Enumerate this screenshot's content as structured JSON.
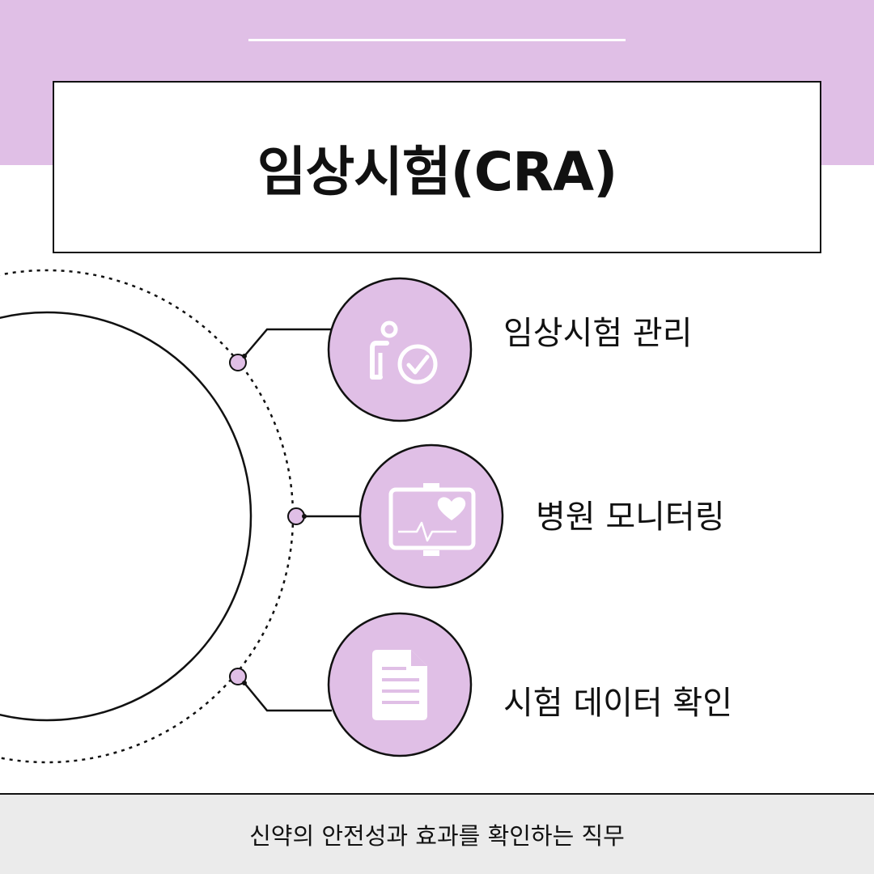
{
  "header": {
    "title": "임상시험(CRA)"
  },
  "items": [
    {
      "label": "임상시험 관리",
      "icon": "person-check-icon"
    },
    {
      "label": "병원 모니터링",
      "icon": "heart-monitor-icon"
    },
    {
      "label": "시험 데이터 확인",
      "icon": "document-icon"
    }
  ],
  "footer": {
    "text": "신약의 안전성과 효과를 확인하는 직무"
  },
  "colors": {
    "accent": "#e0bfe6",
    "line": "#111111",
    "footer_bg": "#ebebeb"
  }
}
